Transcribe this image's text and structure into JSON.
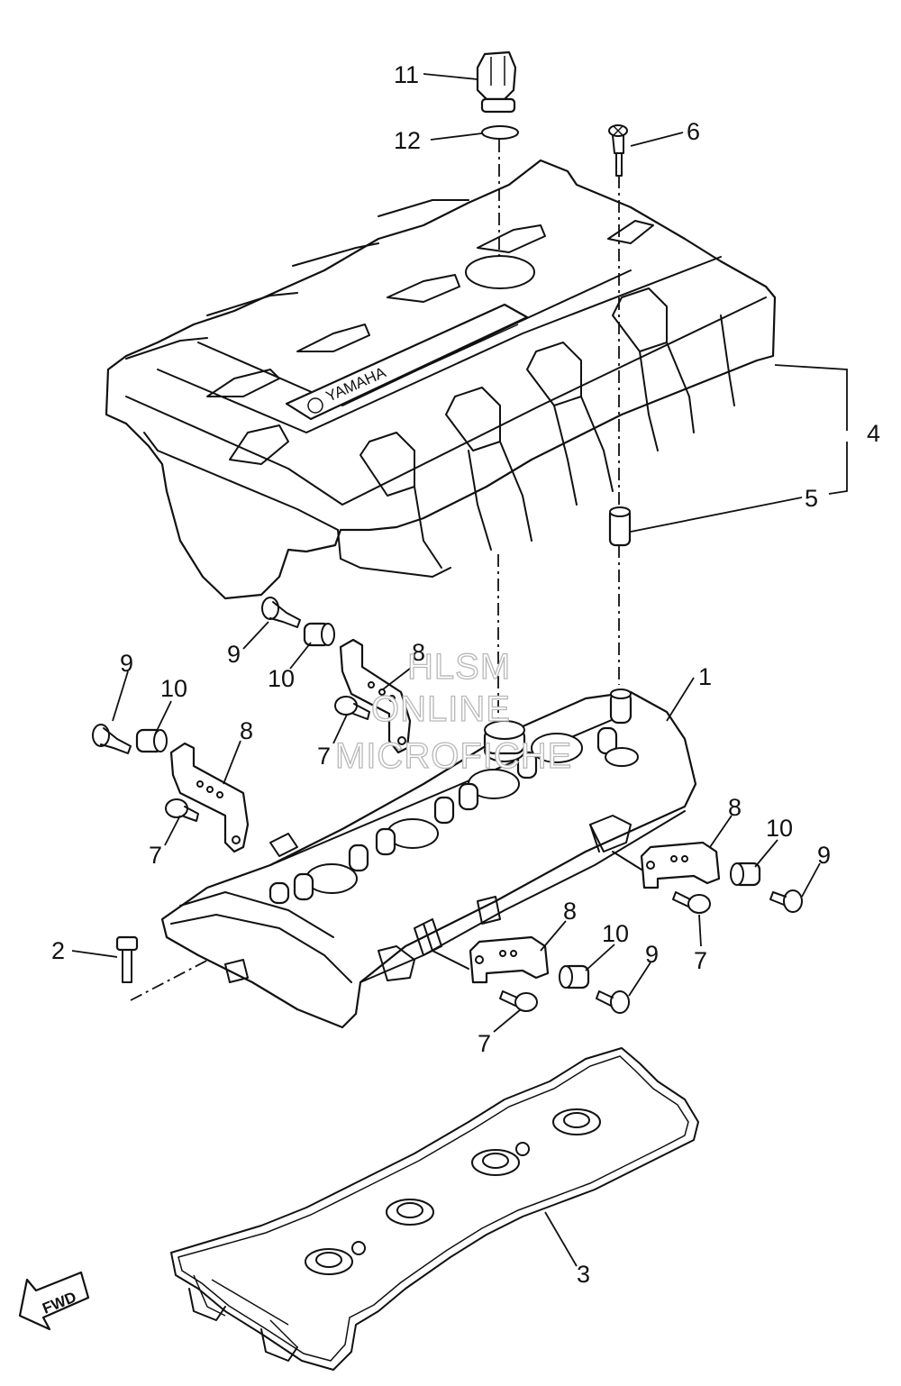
{
  "callouts": [
    {
      "id": "1",
      "text": "1"
    },
    {
      "id": "2",
      "text": "2"
    },
    {
      "id": "3",
      "text": "3"
    },
    {
      "id": "4",
      "text": "4"
    },
    {
      "id": "5",
      "text": "5"
    },
    {
      "id": "6",
      "text": "6"
    },
    {
      "id": "7",
      "text": "7"
    },
    {
      "id": "8",
      "text": "8"
    },
    {
      "id": "9",
      "text": "9"
    },
    {
      "id": "10",
      "text": "10"
    },
    {
      "id": "11",
      "text": "11"
    },
    {
      "id": "12",
      "text": "12"
    }
  ],
  "brand_label": "YAMAHA",
  "fwd_label": "FWD",
  "watermark": {
    "line1": "HLSM",
    "line2": "ONLINE",
    "line3": "MICROFICHE"
  }
}
